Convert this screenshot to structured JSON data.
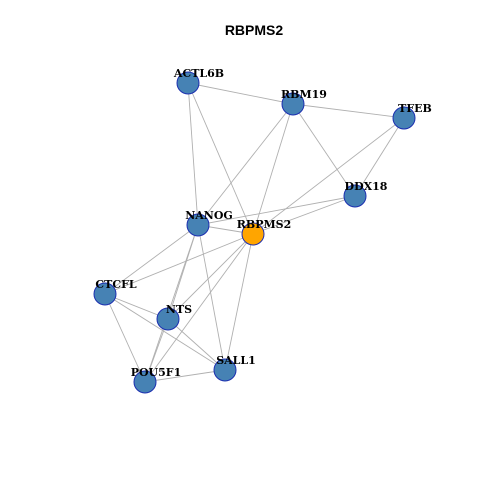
{
  "title": "RBPMS2",
  "colors": {
    "node_default": "#4682B4",
    "node_highlight": "#FFA500",
    "node_border": "#1C2FB0",
    "edge": "#B0B0B0",
    "background": "#FFFFFF"
  },
  "nodes": [
    {
      "id": "ACTL6B",
      "label": "ACTL6B",
      "highlight": false
    },
    {
      "id": "RBM19",
      "label": "RBM19",
      "highlight": false
    },
    {
      "id": "TFEB",
      "label": "TFEB",
      "highlight": false
    },
    {
      "id": "DDX18",
      "label": "DDX18",
      "highlight": false
    },
    {
      "id": "NANOG",
      "label": "NANOG",
      "highlight": false
    },
    {
      "id": "RBPMS2",
      "label": "RBPMS2",
      "highlight": true
    },
    {
      "id": "CTCFL",
      "label": "CTCFL",
      "highlight": false
    },
    {
      "id": "NTS",
      "label": "NTS",
      "highlight": false
    },
    {
      "id": "SALL1",
      "label": "SALL1",
      "highlight": false
    },
    {
      "id": "POU5F1",
      "label": "POU5F1",
      "highlight": false
    }
  ],
  "edges": [
    [
      "ACTL6B",
      "RBM19"
    ],
    [
      "ACTL6B",
      "NANOG"
    ],
    [
      "ACTL6B",
      "RBPMS2"
    ],
    [
      "RBM19",
      "TFEB"
    ],
    [
      "RBM19",
      "DDX18"
    ],
    [
      "RBM19",
      "NANOG"
    ],
    [
      "RBM19",
      "RBPMS2"
    ],
    [
      "TFEB",
      "DDX18"
    ],
    [
      "TFEB",
      "RBPMS2"
    ],
    [
      "DDX18",
      "NANOG"
    ],
    [
      "DDX18",
      "RBPMS2"
    ],
    [
      "NANOG",
      "RBPMS2"
    ],
    [
      "NANOG",
      "CTCFL"
    ],
    [
      "NANOG",
      "NTS"
    ],
    [
      "NANOG",
      "SALL1"
    ],
    [
      "NANOG",
      "POU5F1"
    ],
    [
      "RBPMS2",
      "CTCFL"
    ],
    [
      "RBPMS2",
      "NTS"
    ],
    [
      "RBPMS2",
      "SALL1"
    ],
    [
      "RBPMS2",
      "POU5F1"
    ],
    [
      "CTCFL",
      "NTS"
    ],
    [
      "CTCFL",
      "SALL1"
    ],
    [
      "CTCFL",
      "POU5F1"
    ],
    [
      "NTS",
      "SALL1"
    ],
    [
      "NTS",
      "POU5F1"
    ],
    [
      "SALL1",
      "POU5F1"
    ]
  ]
}
